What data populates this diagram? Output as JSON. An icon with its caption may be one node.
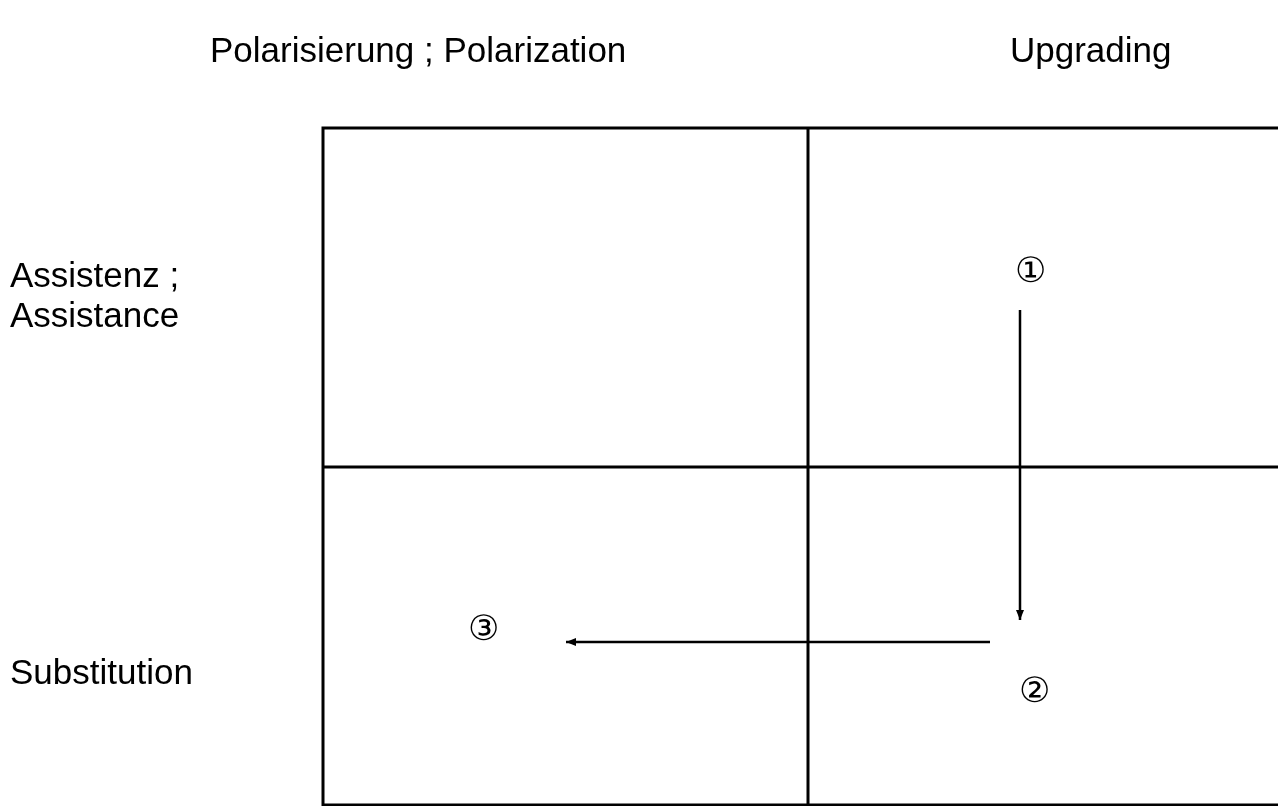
{
  "diagram": {
    "nodes": [
      {
        "text": [
          "①"
        ]
      },
      {
        "text": [
          "②"
        ]
      },
      {
        "text": [
          "③"
        ]
      }
    ],
    "edges": [
      {
        "from": 0,
        "to": 1,
        "arrow": "to"
      },
      {
        "from": 1,
        "to": 2,
        "arrow": "to"
      }
    ],
    "labels": [
      "Polarisierung ; Polarization",
      "Upgrading",
      "Assistenz ; Assistance",
      "Substitution"
    ]
  }
}
